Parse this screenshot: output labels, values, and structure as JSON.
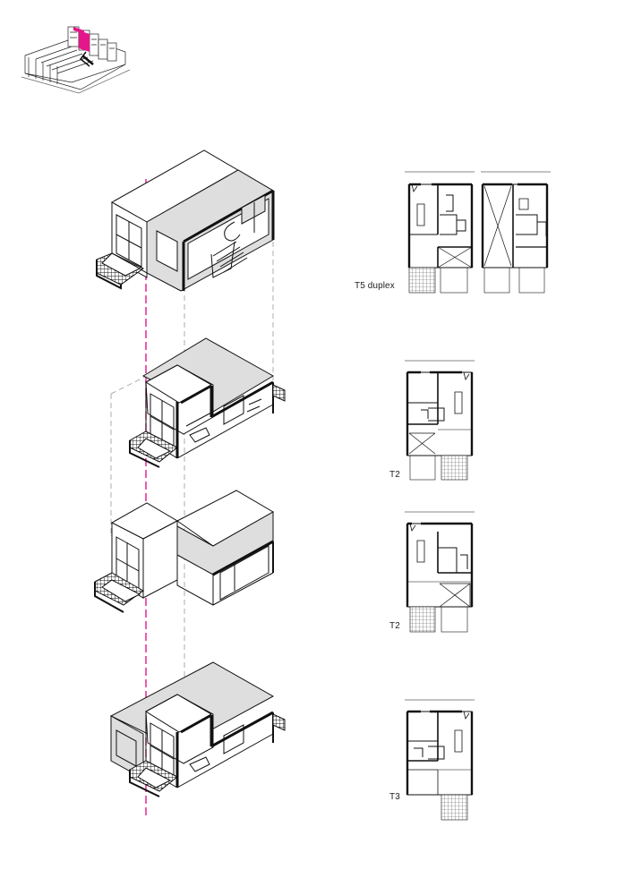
{
  "labels": {
    "t5": "T5 duplex",
    "t2_upper": "T2",
    "t2_lower": "T2",
    "t3": "T3"
  },
  "colors": {
    "accent_magenta": "#e5168a",
    "line": "#111111",
    "shade": "#dedede",
    "guide": "#9a9a9a"
  }
}
